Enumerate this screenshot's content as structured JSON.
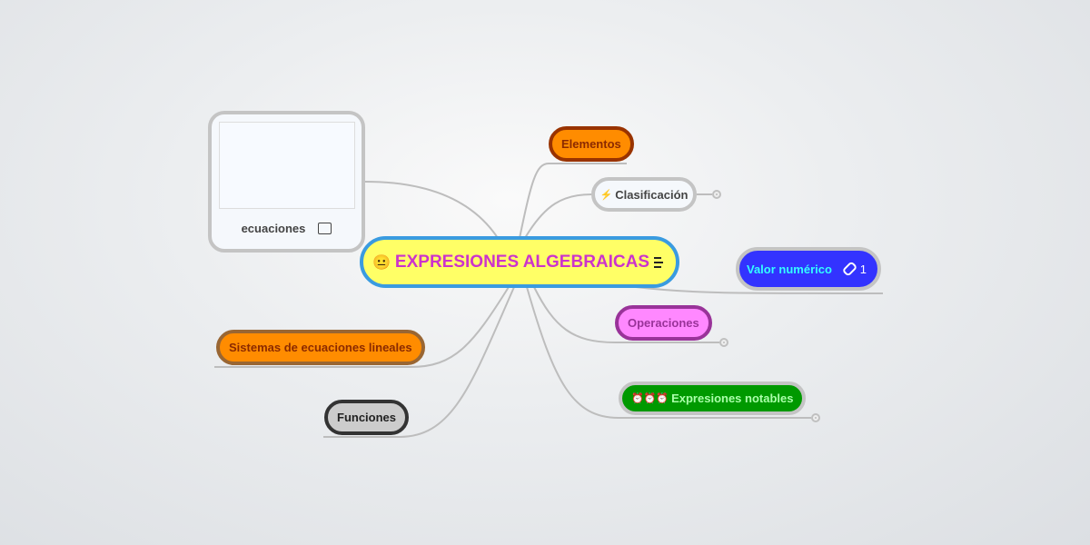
{
  "root": {
    "emoji": "😐",
    "label": "EXPRESIONES ALGEBRAICAS",
    "notes_icon": "notes-add-icon"
  },
  "nodes": {
    "elementos": "Elementos",
    "clasificacion": {
      "icon": "⚡",
      "label": "Clasificación"
    },
    "valor": {
      "label": "Valor numérico",
      "link_count": "1"
    },
    "operaciones": "Operaciones",
    "notables": {
      "icon": "⏰⏰⏰",
      "label": "Expresiones notables"
    },
    "ecuaciones": {
      "label": "ecuaciones",
      "icon": "image-icon"
    },
    "sistemas": "Sistemas de ecuaciones lineales",
    "funciones": "Funciones"
  },
  "colors": {
    "root_fill": "#ffff66",
    "root_border": "#3a9be0",
    "root_text": "#cc33cc"
  }
}
